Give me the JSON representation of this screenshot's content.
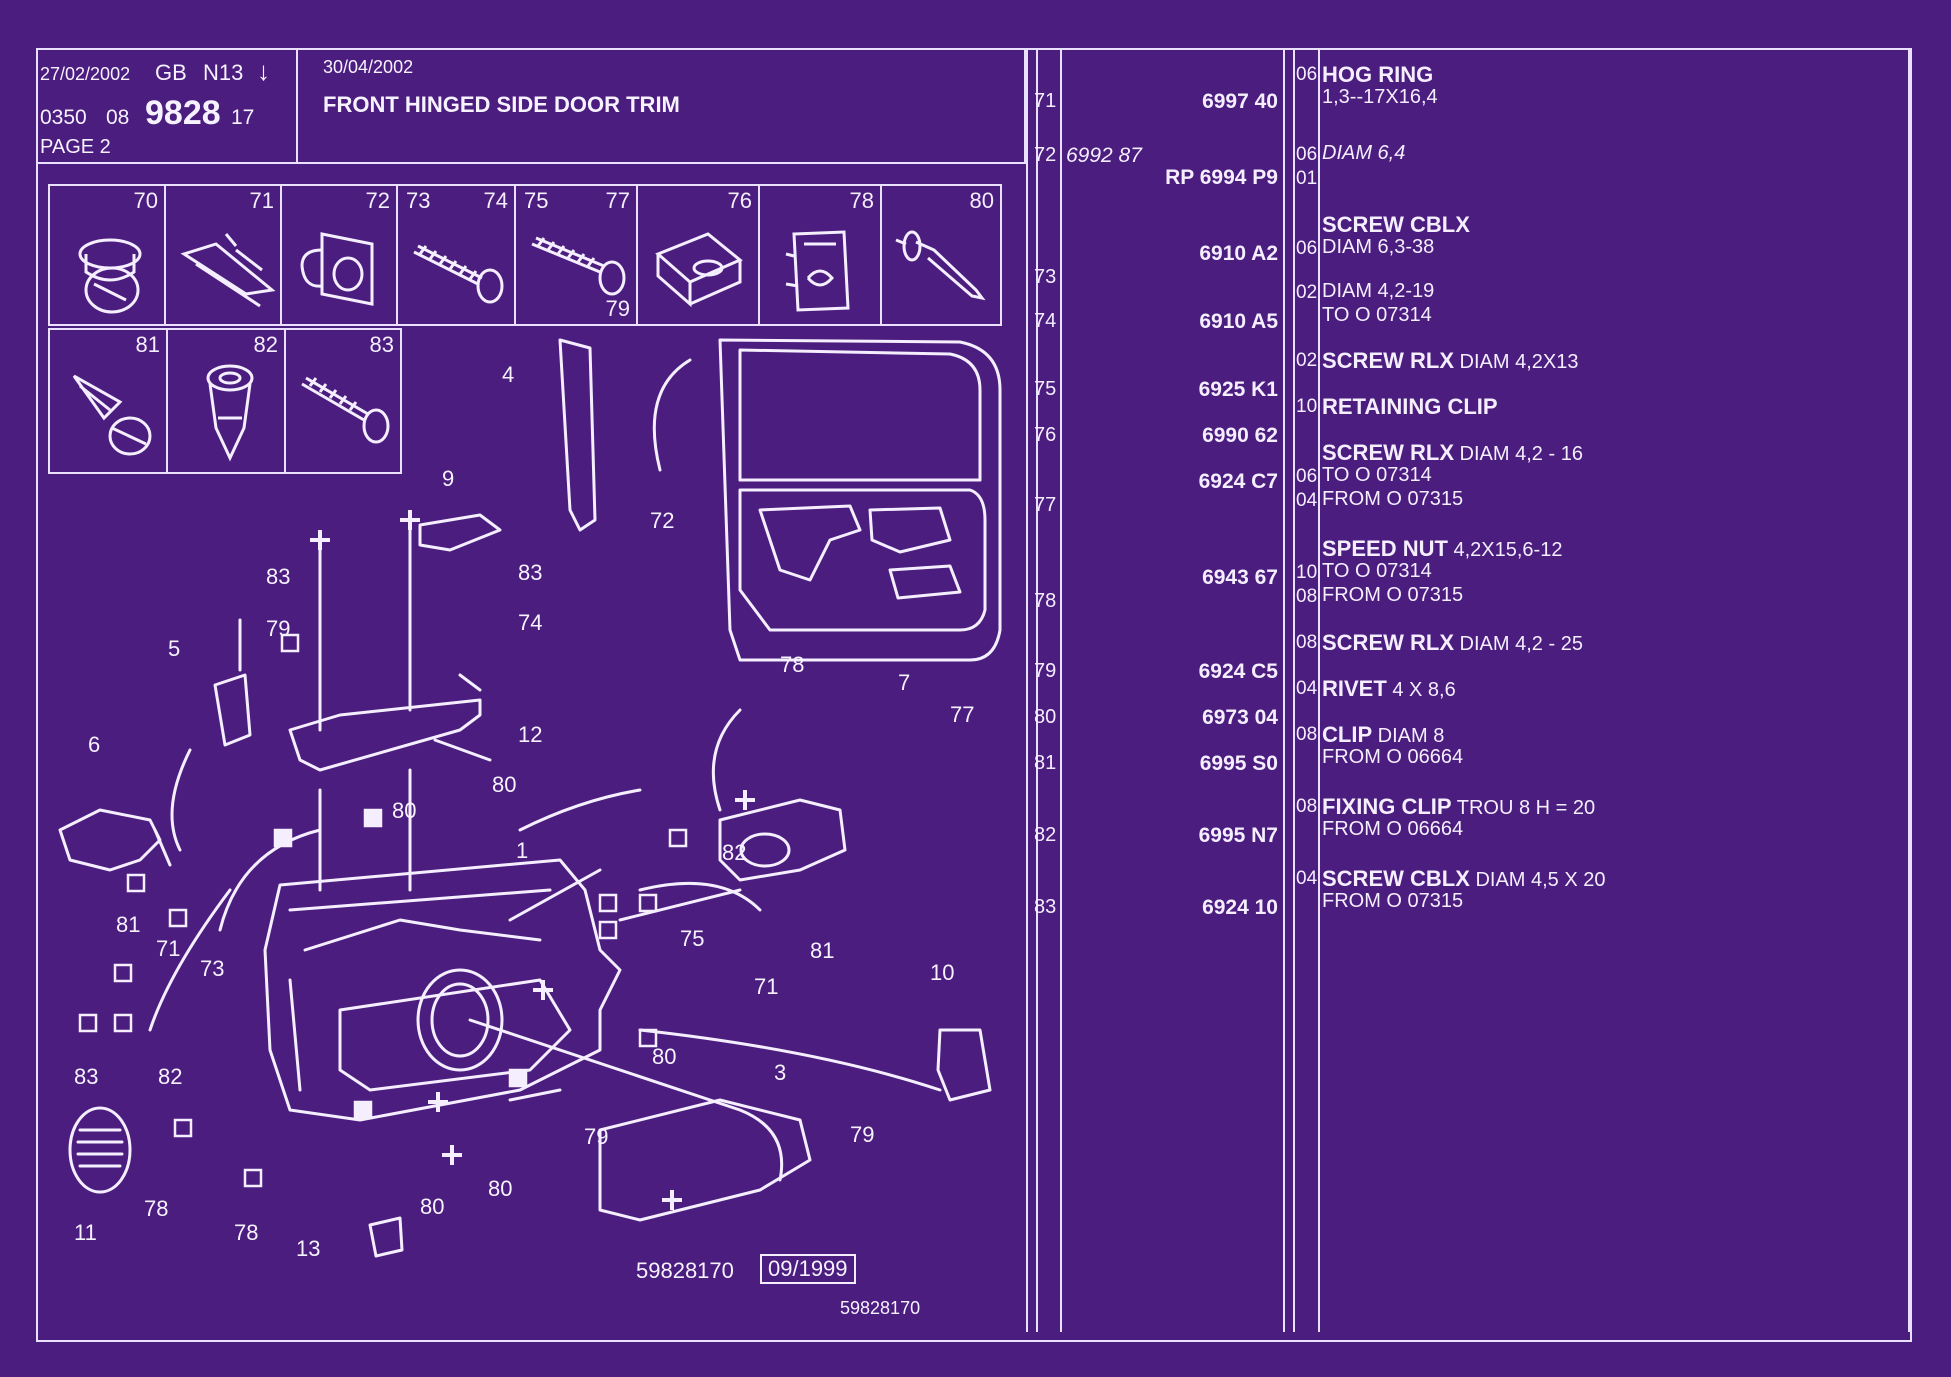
{
  "header": {
    "date1": "27/02/2002",
    "lang": "GB",
    "model": "N13",
    "arrow": "↓",
    "code_prefix": "0350",
    "code_mid": "08",
    "code_main": "9828",
    "code_suffix": "17",
    "page": "PAGE 2",
    "date2": "30/04/2002",
    "title": "FRONT HINGED SIDE DOOR TRIM"
  },
  "thumbnails": [
    {
      "label": "70"
    },
    {
      "label": "71"
    },
    {
      "label": "72"
    },
    {
      "label": "73",
      "label_b": "74"
    },
    {
      "label": "75",
      "label_b": "77",
      "label_c": "79"
    },
    {
      "label": "76"
    },
    {
      "label": "78"
    },
    {
      "label": "80"
    },
    {
      "label": "81"
    },
    {
      "label": "82"
    },
    {
      "label": "83"
    }
  ],
  "callouts": [
    "1",
    "3",
    "4",
    "5",
    "6",
    "7",
    "9",
    "10",
    "11",
    "12",
    "13",
    "70",
    "71",
    "72",
    "73",
    "74",
    "75",
    "76",
    "77",
    "78",
    "79",
    "80",
    "81",
    "82",
    "83"
  ],
  "drawing": {
    "ref_number": "59828170",
    "ref_date": "09/1999",
    "ref_number_bottom": "59828170"
  },
  "parts": {
    "rows": [
      {
        "ref": "71",
        "code": "6997 40",
        "lines": [
          {
            "qty": "06",
            "bold": "HOG RING",
            "text": ""
          },
          {
            "qty": "",
            "bold": "",
            "text": "1,3--17X16,4"
          }
        ]
      },
      {
        "ref": "72",
        "code": "6992 87",
        "code_italic": true,
        "lines": [
          {
            "qty": "06",
            "bold": "",
            "text": "DIAM 6,4",
            "italic": true
          }
        ]
      },
      {
        "ref": "",
        "code": "RP  6994 P9",
        "lines": [
          {
            "qty": "01",
            "bold": "",
            "text": ""
          }
        ]
      },
      {
        "ref": "73",
        "code": "6910 A2",
        "lines": [
          {
            "qty": "",
            "bold": "SCREW CBLX",
            "text": ""
          },
          {
            "qty": "06",
            "bold": "",
            "text": "DIAM 6,3-38"
          }
        ]
      },
      {
        "ref": "74",
        "code": "6910 A5",
        "lines": [
          {
            "qty": "02",
            "bold": "",
            "text": "DIAM 4,2-19"
          },
          {
            "qty": "",
            "bold": "",
            "text": "TO  O  07314"
          }
        ]
      },
      {
        "ref": "75",
        "code": "6925 K1",
        "lines": [
          {
            "qty": "02",
            "bold": "SCREW RLX",
            "text": " DIAM 4,2X13"
          }
        ]
      },
      {
        "ref": "76",
        "code": "6990 62",
        "lines": [
          {
            "qty": "10",
            "bold": "RETAINING CLIP",
            "text": ""
          }
        ]
      },
      {
        "ref": "77",
        "code": "6924 C7",
        "lines": [
          {
            "qty": "",
            "bold": "SCREW RLX",
            "text": " DIAM 4,2 - 16"
          },
          {
            "qty": "06",
            "bold": "",
            "text": "TO  O  07314"
          },
          {
            "qty": "04",
            "bold": "",
            "text": "FROM  O  07315"
          }
        ]
      },
      {
        "ref": "78",
        "code": "6943 67",
        "lines": [
          {
            "qty": "",
            "bold": "SPEED NUT",
            "text": " 4,2X15,6-12"
          },
          {
            "qty": "10",
            "bold": "",
            "text": "TO  O  07314"
          },
          {
            "qty": "08",
            "bold": "",
            "text": "FROM  O  07315"
          }
        ]
      },
      {
        "ref": "79",
        "code": "6924 C5",
        "lines": [
          {
            "qty": "08",
            "bold": "SCREW RLX",
            "text": " DIAM 4,2 - 25"
          }
        ]
      },
      {
        "ref": "80",
        "code": "6973 04",
        "lines": [
          {
            "qty": "04",
            "bold": "RIVET",
            "text": " 4 X 8,6"
          }
        ]
      },
      {
        "ref": "81",
        "code": "6995 S0",
        "lines": [
          {
            "qty": "08",
            "bold": "CLIP",
            "text": " DIAM 8"
          },
          {
            "qty": "",
            "bold": "",
            "text": "FROM  O  06664"
          }
        ]
      },
      {
        "ref": "82",
        "code": "6995 N7",
        "lines": [
          {
            "qty": "08",
            "bold": "FIXING CLIP",
            "text": " TROU 8 H = 20"
          },
          {
            "qty": "",
            "bold": "",
            "text": "FROM  O  06664"
          }
        ]
      },
      {
        "ref": "83",
        "code": "6924 10",
        "lines": [
          {
            "qty": "04",
            "bold": "SCREW CBLX",
            "text": " DIAM 4,5 X 20"
          },
          {
            "qty": "",
            "bold": "",
            "text": "FROM  O  07315"
          }
        ]
      }
    ]
  },
  "colors": {
    "background": "#4b1d7e",
    "ink": "#f4eeff"
  }
}
